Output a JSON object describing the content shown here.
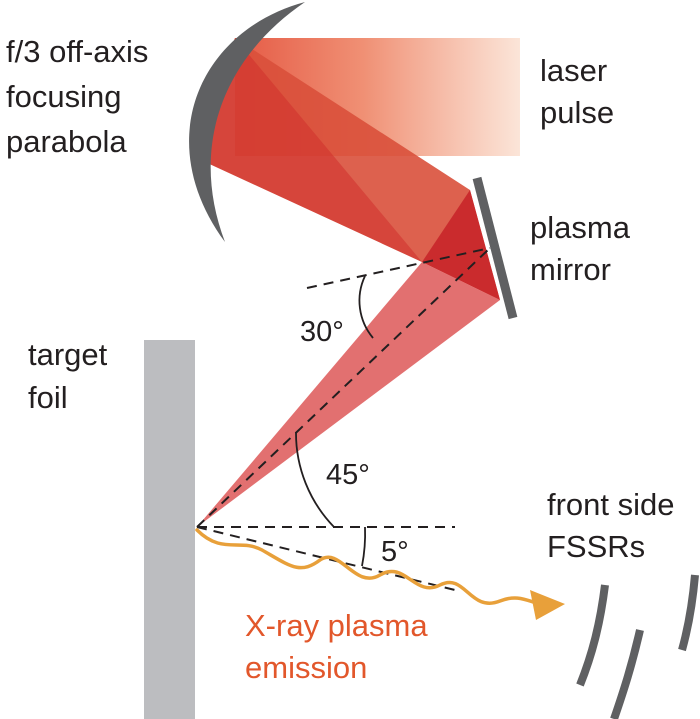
{
  "labels": {
    "parabola": [
      "f/3 off-axis",
      "focusing",
      "parabola"
    ],
    "laser": [
      "laser",
      "pulse"
    ],
    "plasma_mirror": [
      "plasma",
      "mirror"
    ],
    "target": [
      "target",
      "foil"
    ],
    "fssr": [
      "front side",
      "FSSRs"
    ],
    "xray": [
      "X-ray plasma",
      "emission"
    ]
  },
  "angles": {
    "a30": "30°",
    "a45": "45°",
    "a5": "5°"
  },
  "colors": {
    "beam_red": "#d93b35",
    "beam_dark": "#c8262a",
    "xray_orange": "#e8a03a",
    "xray_text": "#e2572b",
    "optic_gray": "#5f6062",
    "foil_gray": "#bcbdc0",
    "text": "#231f20"
  }
}
